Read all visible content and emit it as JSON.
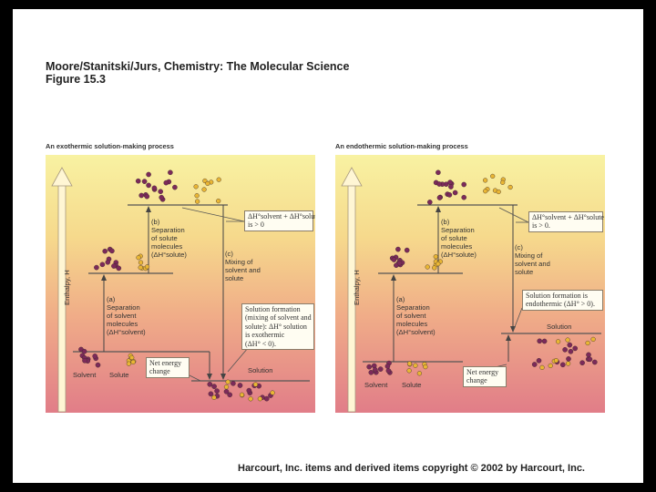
{
  "header": {
    "line1": "Moore/Stanitski/Jurs, Chemistry: The Molecular Science",
    "line2": "Figure 15.3"
  },
  "left_panel": {
    "title": "An exothermic solution-making process",
    "y_axis": "Enthalpy, H",
    "step_b": [
      "(b)",
      "Separation",
      "of solute",
      "molecules",
      "(ΔH°solute)"
    ],
    "step_c": [
      "(c)",
      "Mixing of",
      "solvent and",
      "solute"
    ],
    "step_a": [
      "(a)",
      "Separation",
      "of solvent",
      "molecules",
      "(ΔH°solvent)"
    ],
    "box_sum": [
      "ΔH°solvent + ΔH°solute",
      "is > 0"
    ],
    "box_formation": [
      "Solution formation",
      "(mixing of solvent and",
      "solute): ΔH° solution",
      "is exothermic",
      "(ΔH° < 0)."
    ],
    "box_net": [
      "Net energy",
      "change"
    ],
    "solvent": "Solvent",
    "solute": "Solute",
    "solution": "Solution"
  },
  "right_panel": {
    "title": "An endothermic solution-making process",
    "y_axis": "Enthalpy, H",
    "step_b": [
      "(b)",
      "Separation",
      "of solute",
      "molecules",
      "(ΔH°solute)"
    ],
    "step_c": [
      "(c)",
      "Mixing of",
      "solvent and",
      "solute"
    ],
    "step_a": [
      "(a)",
      "Separation",
      "of solvent",
      "molecules",
      "(ΔH°solvent)"
    ],
    "box_sum": [
      "ΔH°solvent + ΔH°solute",
      "is > 0."
    ],
    "box_formation": [
      "Solution formation is",
      "endothermic (ΔH° > 0)."
    ],
    "box_net": [
      "Net energy",
      "change"
    ],
    "solvent": "Solvent",
    "solute": "Solute",
    "solution": "Solution"
  },
  "footer": "Harcourt, Inc. items and derived items copyright © 2002 by Harcourt, Inc.",
  "colors": {
    "gradient_top": "#f8f2a2",
    "gradient_bottom": "#e17d88",
    "solvent_particle": "#7c2a5a",
    "solute_particle": "#e9b634",
    "slide_background": "#ffffff",
    "frame": "#000000"
  }
}
